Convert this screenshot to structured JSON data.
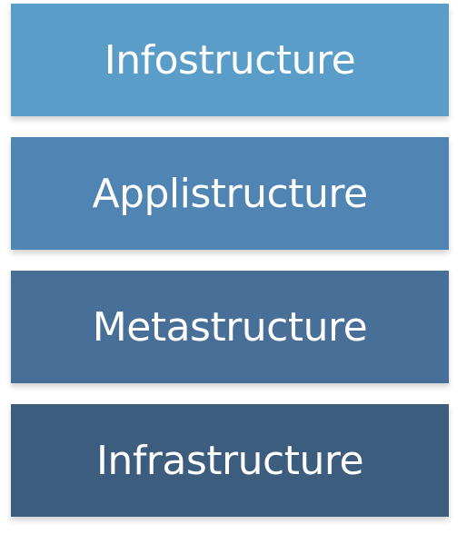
{
  "layers": [
    {
      "label": "Infostructure",
      "color": "#5b9dc9"
    },
    {
      "label": "Applistructure",
      "color": "#5085b3"
    },
    {
      "label": "Metastructure",
      "color": "#486f98"
    },
    {
      "label": "Infrastructure",
      "color": "#3d5d7f"
    }
  ]
}
